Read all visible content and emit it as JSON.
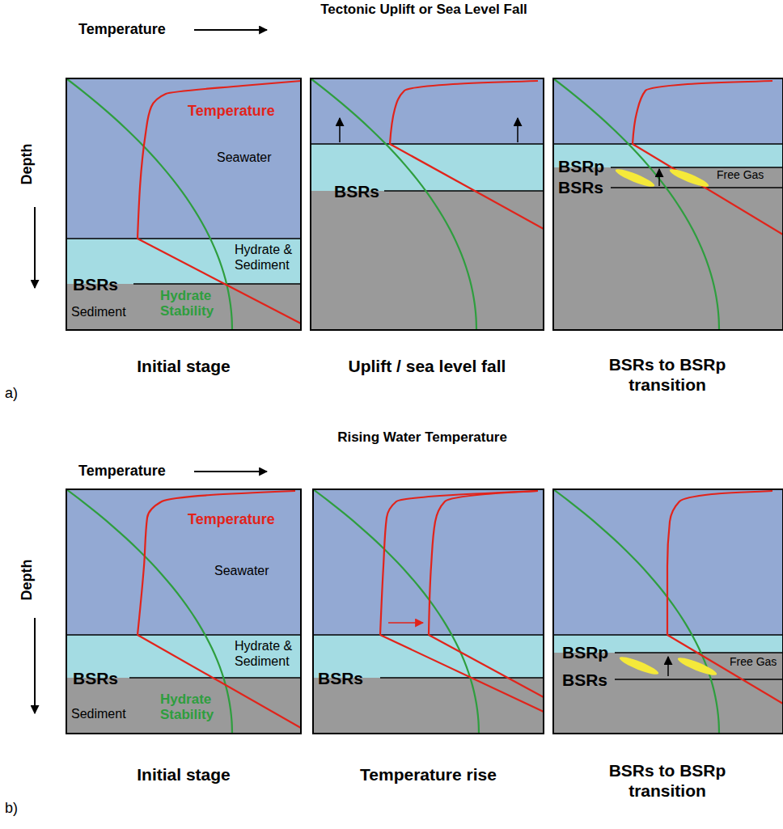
{
  "diagram": {
    "nodes": [
      {
        "text": [
          "Initial stage"
        ]
      },
      {
        "text": [
          "Temperature",
          "Seawater"
        ],
        "in": 0
      },
      {
        "text": [
          "Hydrate & Sediment"
        ],
        "in": 0
      },
      {
        "text": [
          "BSRs",
          "Sediment",
          "Hydrate Stability"
        ],
        "in": 0
      },
      {
        "text": [
          "Uplift / sea level fall"
        ]
      },
      {
        "text": [
          "BSRs"
        ],
        "in": 4
      },
      {
        "text": [
          "BSRs to BSRp transition"
        ]
      },
      {
        "text": [
          "BSRp",
          "BSRs",
          "Free Gas"
        ],
        "in": 6
      },
      {
        "text": [
          "Initial stage"
        ]
      },
      {
        "text": [
          "Temperature",
          "Seawater"
        ],
        "in": 8
      },
      {
        "text": [
          "Hydrate & Sediment"
        ],
        "in": 8
      },
      {
        "text": [
          "BSRs",
          "Sediment",
          "Hydrate Stability"
        ],
        "in": 8
      },
      {
        "text": [
          "Temperature rise"
        ]
      },
      {
        "text": [
          "BSRs"
        ],
        "in": 12
      },
      {
        "text": [
          "BSRs to BSRp transition"
        ]
      },
      {
        "text": [
          "BSRp",
          "BSRs",
          "Free Gas"
        ],
        "in": 14
      }
    ],
    "labels": [
      "Tectonic Uplift or Sea Level Fall",
      "Temperature",
      "Depth",
      "a)",
      "Rising Water Temperature",
      "Temperature",
      "Depth",
      "b)"
    ]
  }
}
